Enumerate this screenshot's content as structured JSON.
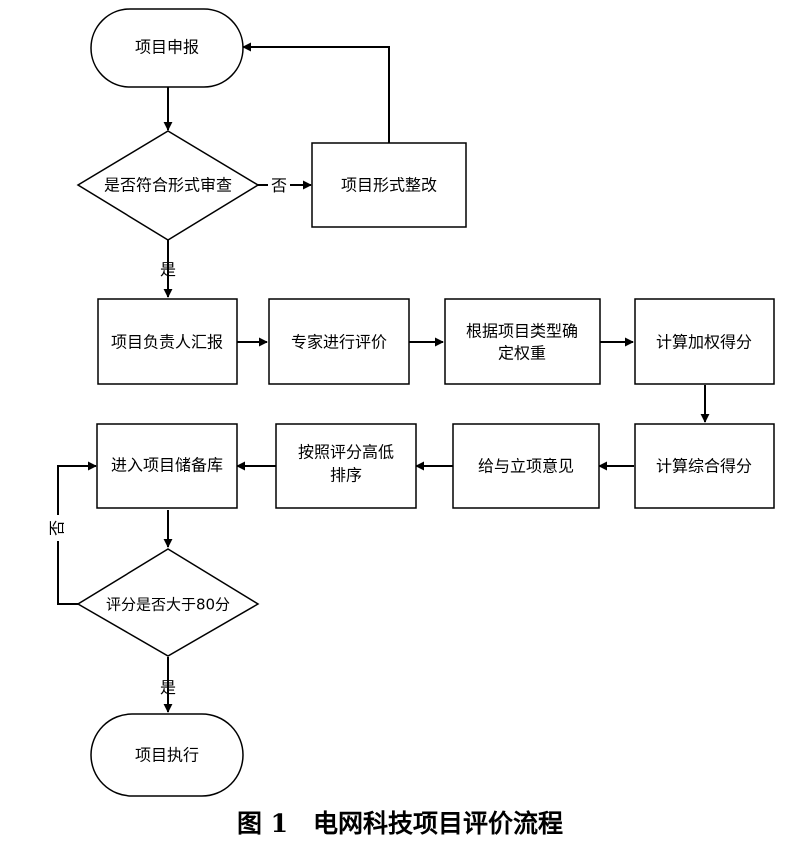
{
  "nodes": {
    "start": "项目申报",
    "check_form": "是否符合形式审查",
    "form_fix": "项目形式整改",
    "report": "项目负责人汇报",
    "expert": "专家进行评价",
    "weight": [
      "根据项目类型确",
      "定权重"
    ],
    "weighted_score": "计算加权得分",
    "total_score": "计算综合得分",
    "opinion": "给与立项意见",
    "rank": [
      "按照评分高低",
      "排序"
    ],
    "reserve": "进入项目储备库",
    "check_score": "评分是否大于80分",
    "execute": "项目执行"
  },
  "edge_labels": {
    "no_form": "否",
    "yes_form": "是",
    "no_score": "否",
    "yes_score": "是"
  },
  "caption": "图 1　电网科技项目评价流程"
}
